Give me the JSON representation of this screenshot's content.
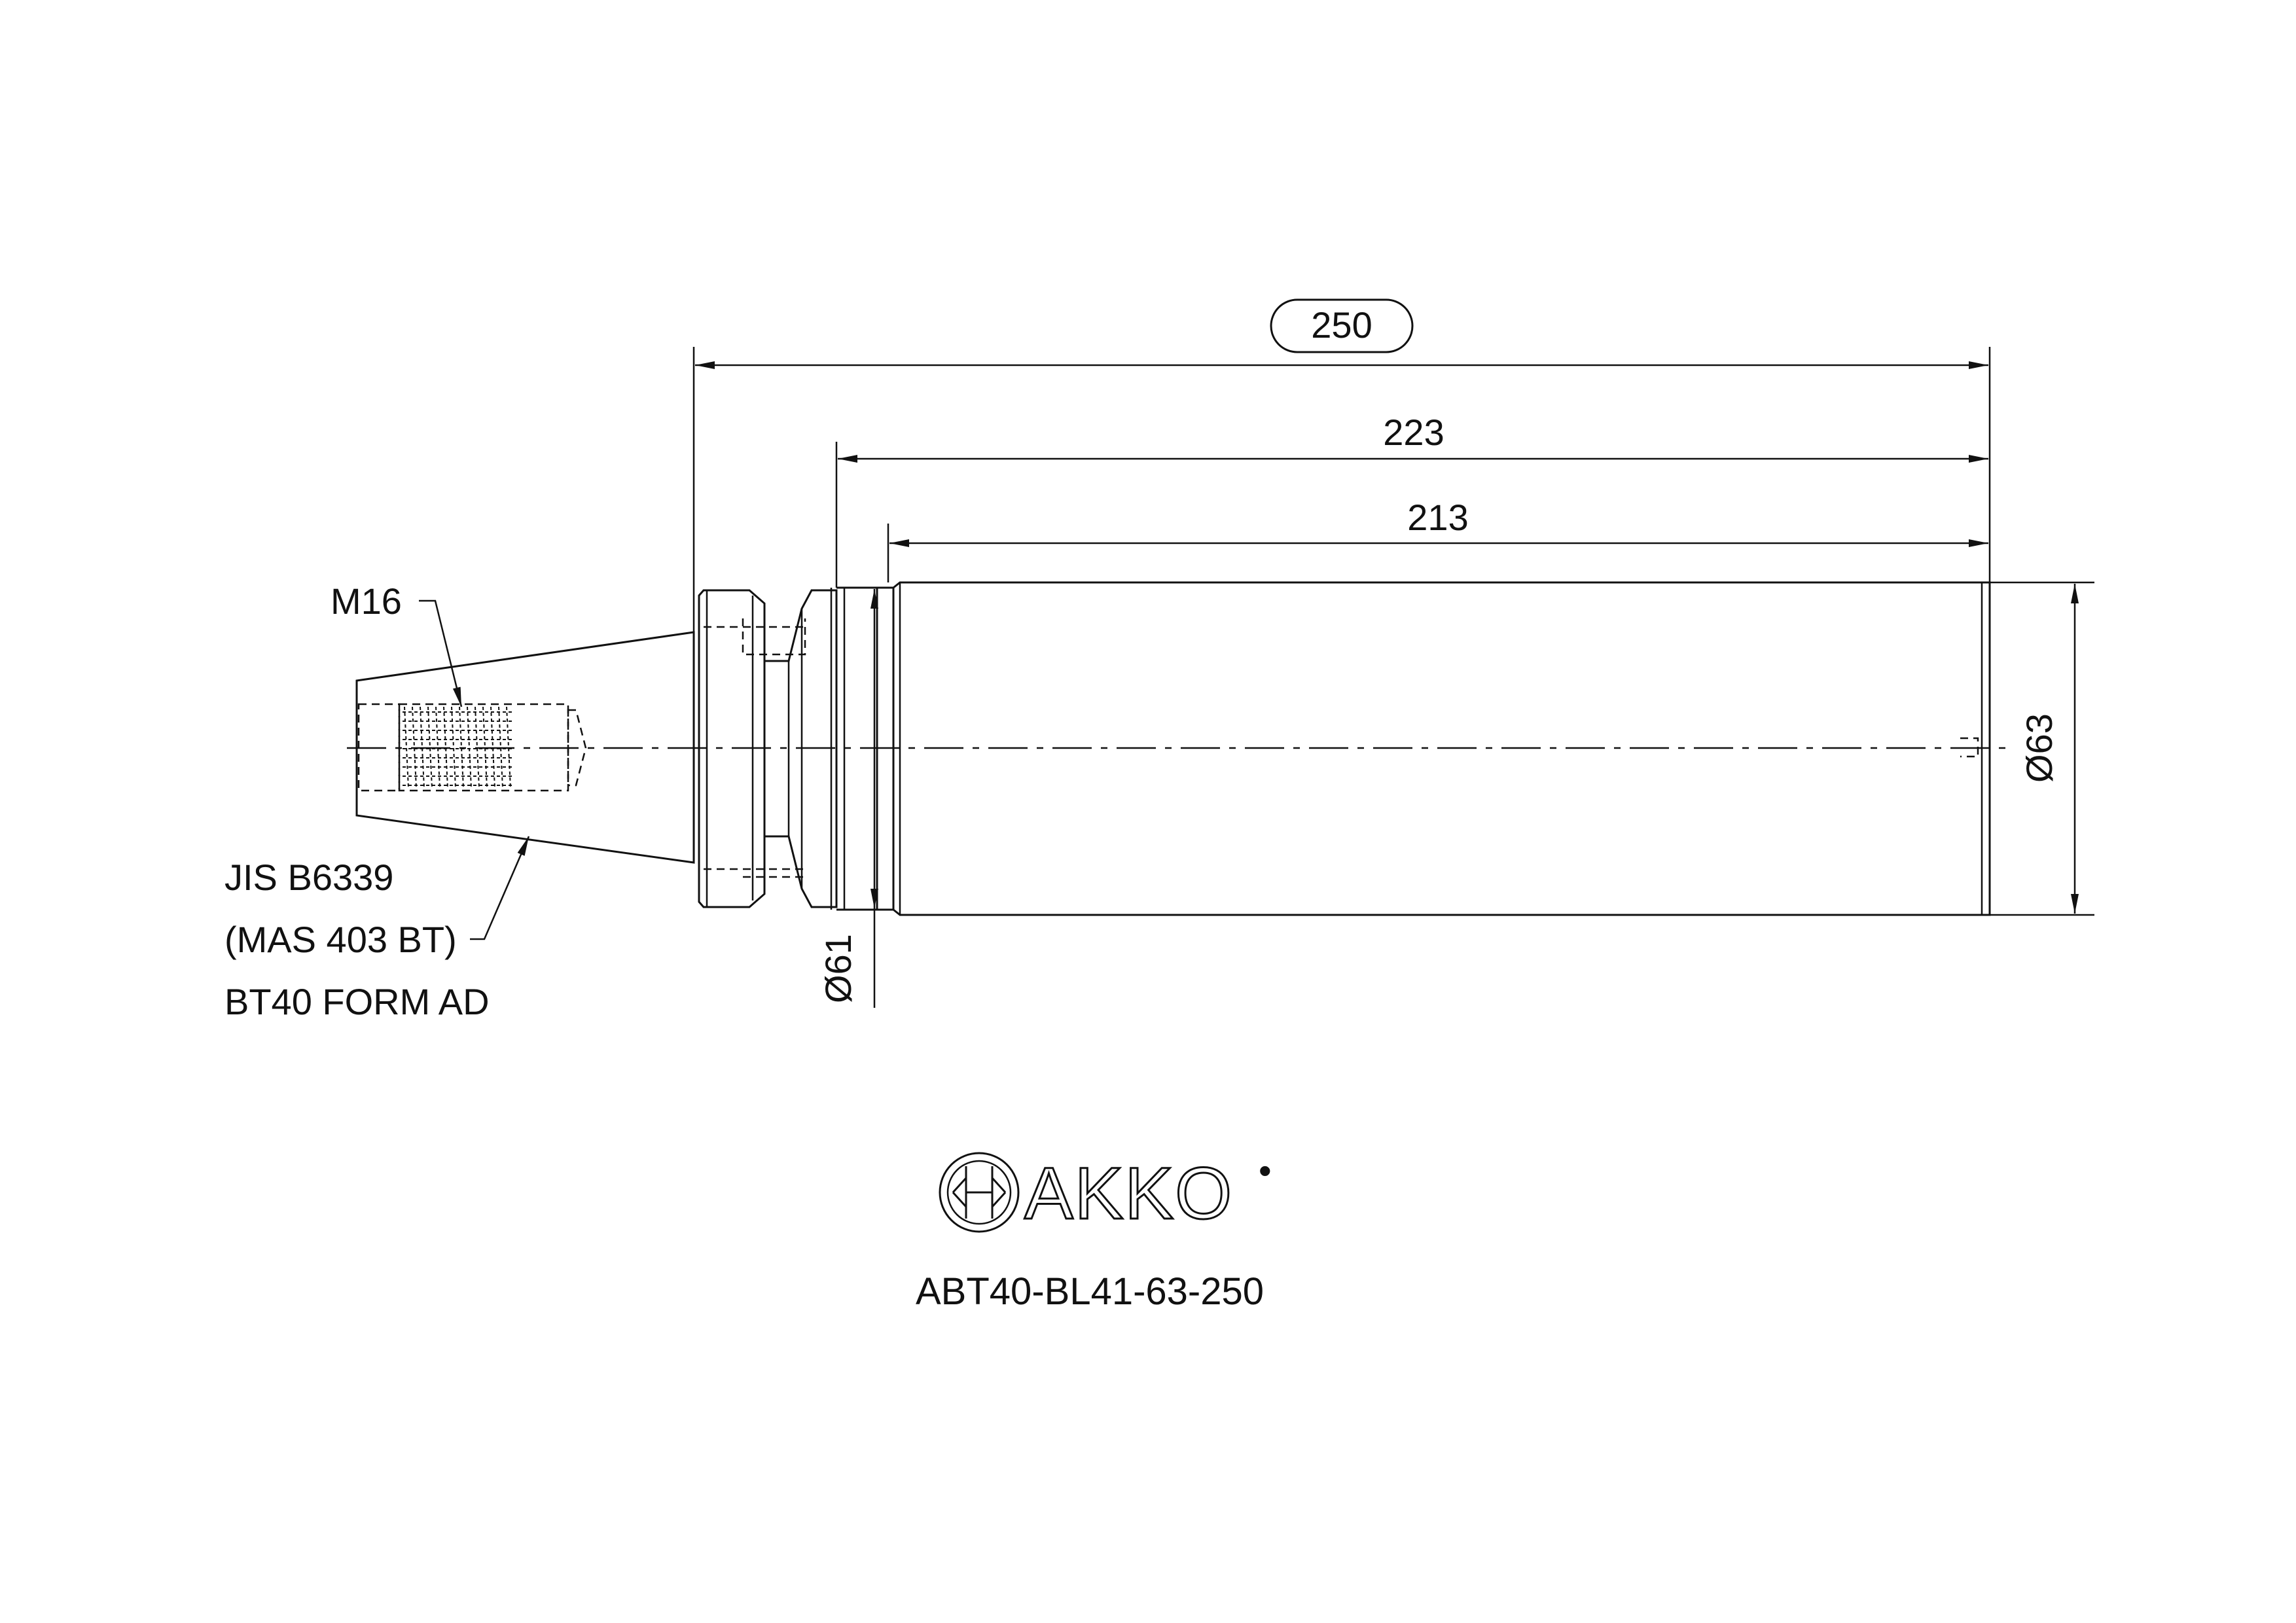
{
  "dimensions": {
    "overall_length": "250",
    "length_223": "223",
    "length_213": "213",
    "diameter_63": "Ø63",
    "diameter_61": "Ø61"
  },
  "annotations": {
    "thread": "M16",
    "standard_line1": "JIS B6339",
    "standard_line2": "(MAS 403 BT)",
    "standard_line3": "BT40 FORM AD"
  },
  "brand": {
    "name": "AKKO",
    "registered_mark": "•"
  },
  "part_number": "ABT40-BL41-63-250",
  "colors": {
    "ink": "#111111",
    "background": "#ffffff"
  }
}
